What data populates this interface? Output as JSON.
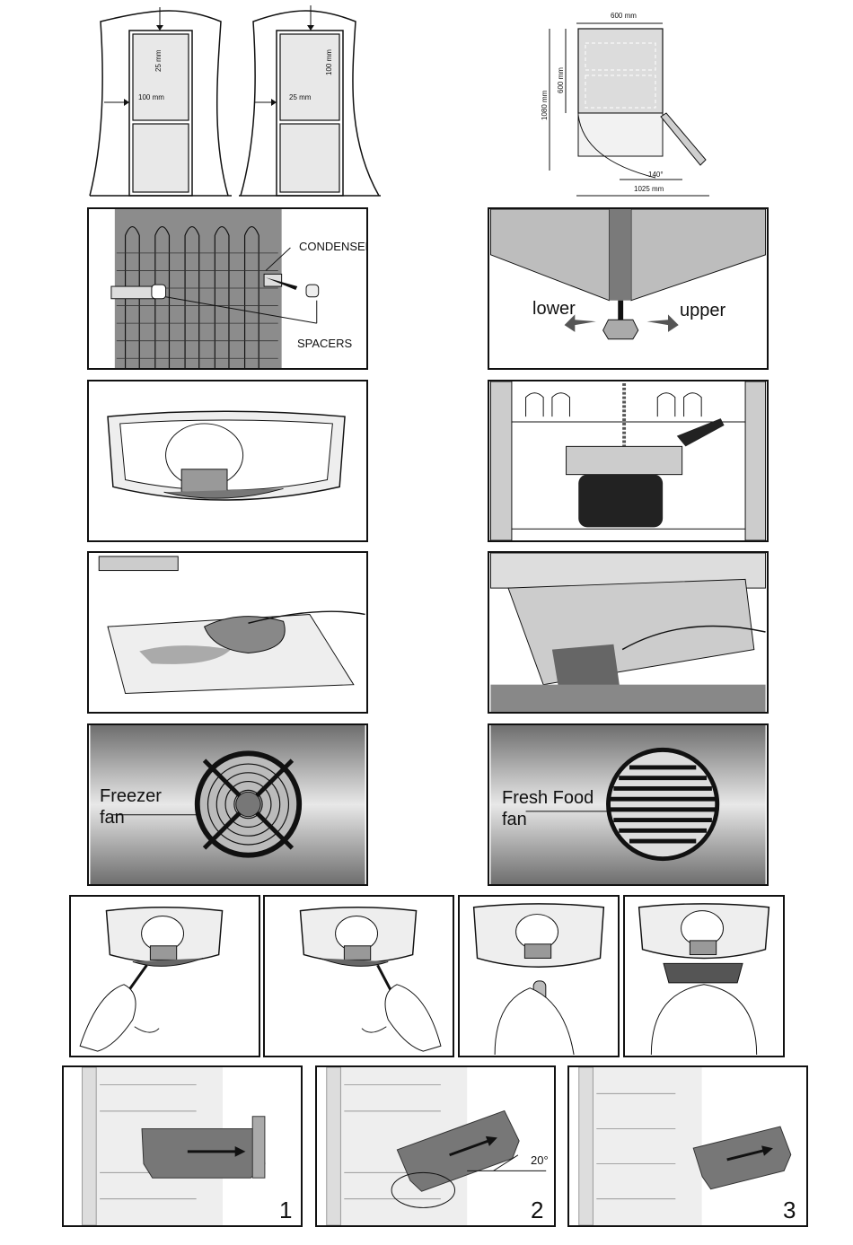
{
  "clearance": {
    "left": {
      "top_gap": "25 mm",
      "side_gap": "100 mm"
    },
    "right": {
      "top_gap": "100 mm",
      "side_gap": "25 mm"
    }
  },
  "door_dims": {
    "width": "600 mm",
    "depth": "600 mm",
    "height": "1080 mm",
    "angle": "140°",
    "open_depth": "1025 mm"
  },
  "condenser": {
    "condenser_label": "CONDENSER",
    "spacers_label": "SPACERS"
  },
  "leveling": {
    "lower_label": "lower",
    "upper_label": "upper"
  },
  "fans": {
    "freezer_line1": "Freezer",
    "freezer_line2": "fan",
    "fresh_line1": "Fresh Food",
    "fresh_line2": "fan"
  },
  "drawer_steps": {
    "step1": "1",
    "step2": "2",
    "step3": "3",
    "tilt_angle": "20°"
  }
}
